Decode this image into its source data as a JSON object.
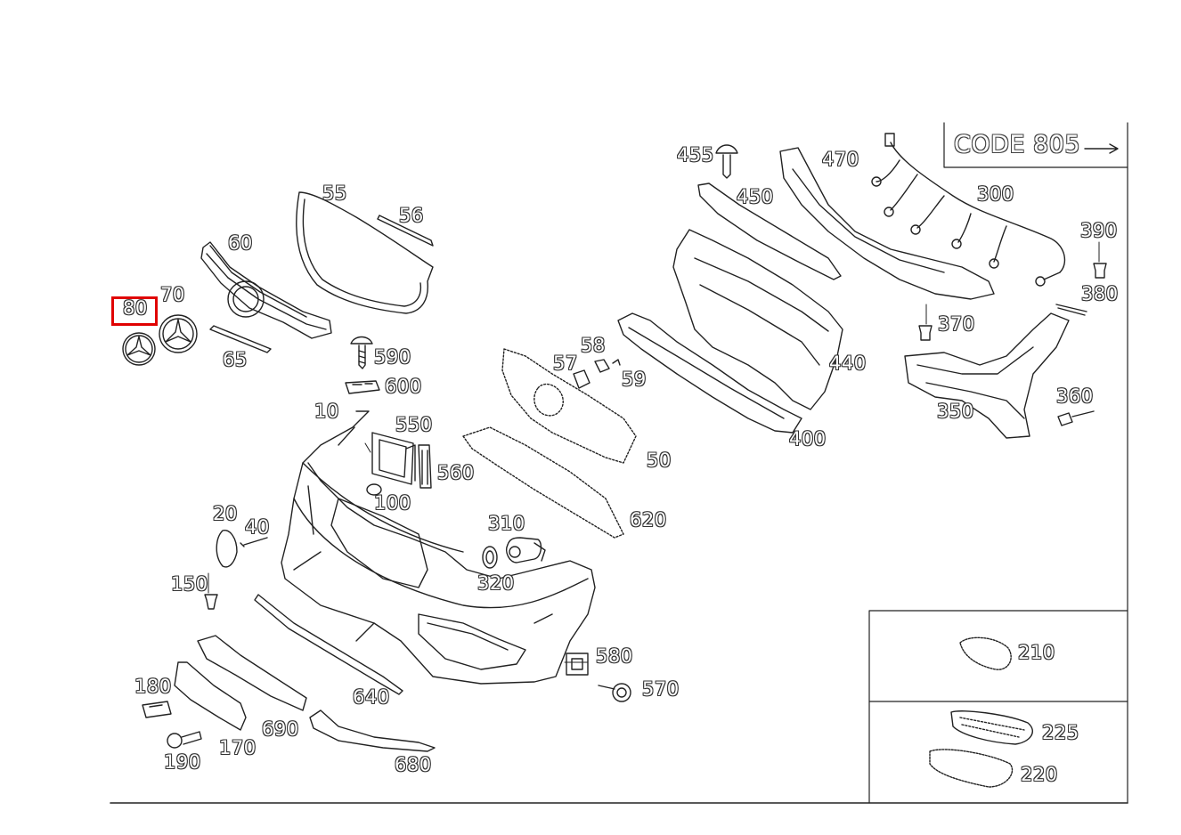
{
  "diagram": {
    "code_box_label": "CODE 805",
    "highlight_color": "#e00000",
    "highlighted_part": "80",
    "parts": {
      "p10": "10",
      "p20": "20",
      "p40": "40",
      "p50": "50",
      "p55": "55",
      "p56": "56",
      "p57": "57",
      "p58": "58",
      "p59": "59",
      "p60": "60",
      "p65": "65",
      "p70": "70",
      "p80": "80",
      "p100": "100",
      "p150": "150",
      "p170": "170",
      "p180": "180",
      "p190": "190",
      "p210": "210",
      "p220": "220",
      "p225": "225",
      "p300": "300",
      "p310": "310",
      "p320": "320",
      "p350": "350",
      "p360": "360",
      "p370": "370",
      "p380": "380",
      "p390": "390",
      "p400": "400",
      "p440": "440",
      "p450": "450",
      "p455": "455",
      "p470": "470",
      "p550": "550",
      "p560": "560",
      "p570": "570",
      "p580": "580",
      "p590": "590",
      "p600": "600",
      "p620": "620",
      "p640": "640",
      "p680": "680",
      "p690": "690"
    }
  }
}
